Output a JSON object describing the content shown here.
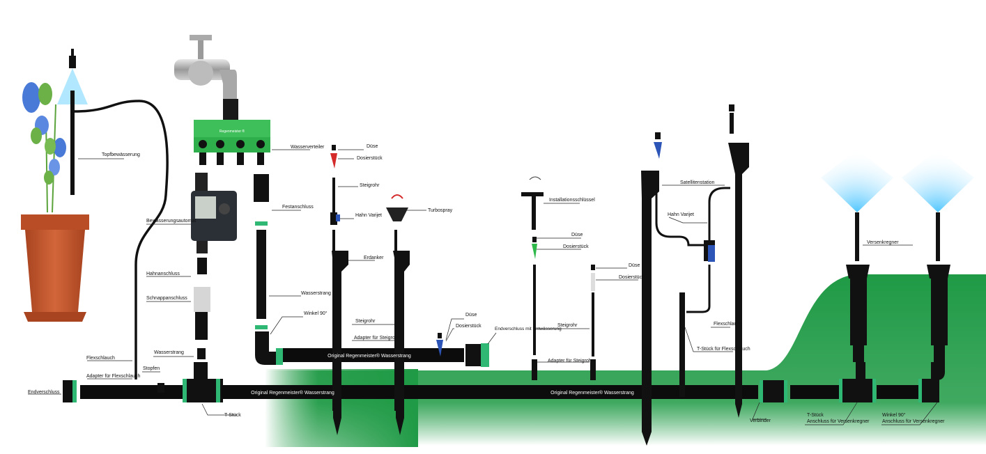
{
  "labels": {
    "topfbewaesserung": "Topfbewässerung",
    "wasserverteiler": "Wasserverteiler",
    "duese_1": "Düse",
    "dosierstueck_1": "Dosierstück",
    "steigrohr_1": "Steigrohr",
    "hahn_varijet_1": "Hahn Varijet",
    "turbospray": "Turbospray",
    "festanschluss": "Festanschluss",
    "bewaesserungsautomat": "Bewässerungsautomat",
    "erdanker": "Erdanker",
    "hahnanschluss": "Hahnanschluss",
    "schnappanschluss": "Schnappanschluss",
    "wasserstrang_1": "Wasserstrang",
    "winkel_90": "Winkel 90°",
    "steigrohr_2": "Steigrohr",
    "adapter_steigrohr_1": "Adapter für Steigrohr",
    "duese_2": "Düse",
    "dosierstueck_2": "Dosierstück",
    "endverschluss_entwaesserung": "Endverschluss mit Entwässerung",
    "flexschlauch_1": "Flexschlauch",
    "wasserstrang_2": "Wasserstrang",
    "adapter_flexschlauch": "Adapter für Flexschlauch",
    "stopfen": "Stopfen",
    "endverschluss": "Endverschluss",
    "t_stueck_1": "T-Stück",
    "installationsschluessel": "Installationsschlüssel",
    "duese_3": "Düse",
    "dosierstueck_3": "Dosierstück",
    "steigrohr_3": "Steigrohr",
    "adapter_steigrohr_2": "Adapter für Steigrohr",
    "duese_4": "Düse",
    "dosierstueck_4": "Dosierstück",
    "satellitenstation": "Satellitenstation",
    "hahn_varijet_2": "Hahn Varijet",
    "flexschlauch_2": "Flexschlauch",
    "t_stueck_flexschlauch": "T-Stück für Flexschlauch",
    "versenkregner": "Versenkregner",
    "verbinder": "Verbinder",
    "t_stueck_versenk_1": "T-Stück",
    "t_stueck_versenk_2": "Anschluss für Versenkregner",
    "winkel_versenk_1": "Winkel 90°",
    "winkel_versenk_2": "Anschluss für Versenkregner"
  },
  "pipe_labels": {
    "main_1": "Original Regenmeister® Wasserstrang",
    "main_2": "Original Regenmeister® Wasserstrang",
    "upper": "Original Regenmeister® Wasserstrang"
  },
  "distributor_brand": "Regenmeister ®",
  "colors": {
    "pipe": "#0c0c0c",
    "ring": "#2fb873",
    "ground": "#1f9a45",
    "distributor": "#3fbf5a",
    "pot": "#c4562e",
    "spray": "#7fd8ff"
  }
}
